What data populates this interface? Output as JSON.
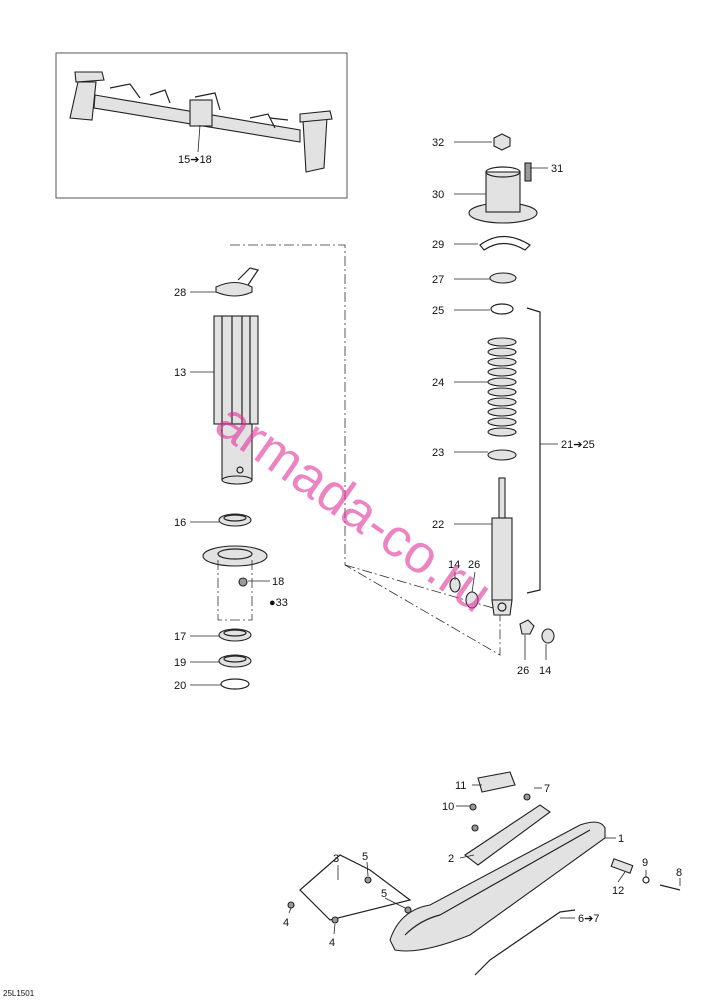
{
  "drawing_code": "25L1501",
  "watermark": "armada-co.ru",
  "colors": {
    "line": "#222222",
    "watermark": "#e0339b",
    "background": "#ffffff"
  },
  "callouts": {
    "c1": "1",
    "c2": "2",
    "c3": "3",
    "c4a": "4",
    "c4b": "4",
    "c5a": "5",
    "c5b": "5",
    "c6_7": "6➔7",
    "c7": "7",
    "c8": "8",
    "c9": "9",
    "c10": "10",
    "c11": "11",
    "c12": "12",
    "c13": "13",
    "c14a": "14",
    "c14b": "14",
    "c15_18": "15➔18",
    "c16": "16",
    "c17": "17",
    "c18": "18",
    "c19": "19",
    "c20": "20",
    "c21_25": "21➔25",
    "c22": "22",
    "c23": "23",
    "c24": "24",
    "c25": "25",
    "c26a": "26",
    "c26b": "26",
    "c27": "27",
    "c28": "28",
    "c29": "29",
    "c30": "30",
    "c31": "31",
    "c32": "32",
    "c33": "●33"
  }
}
